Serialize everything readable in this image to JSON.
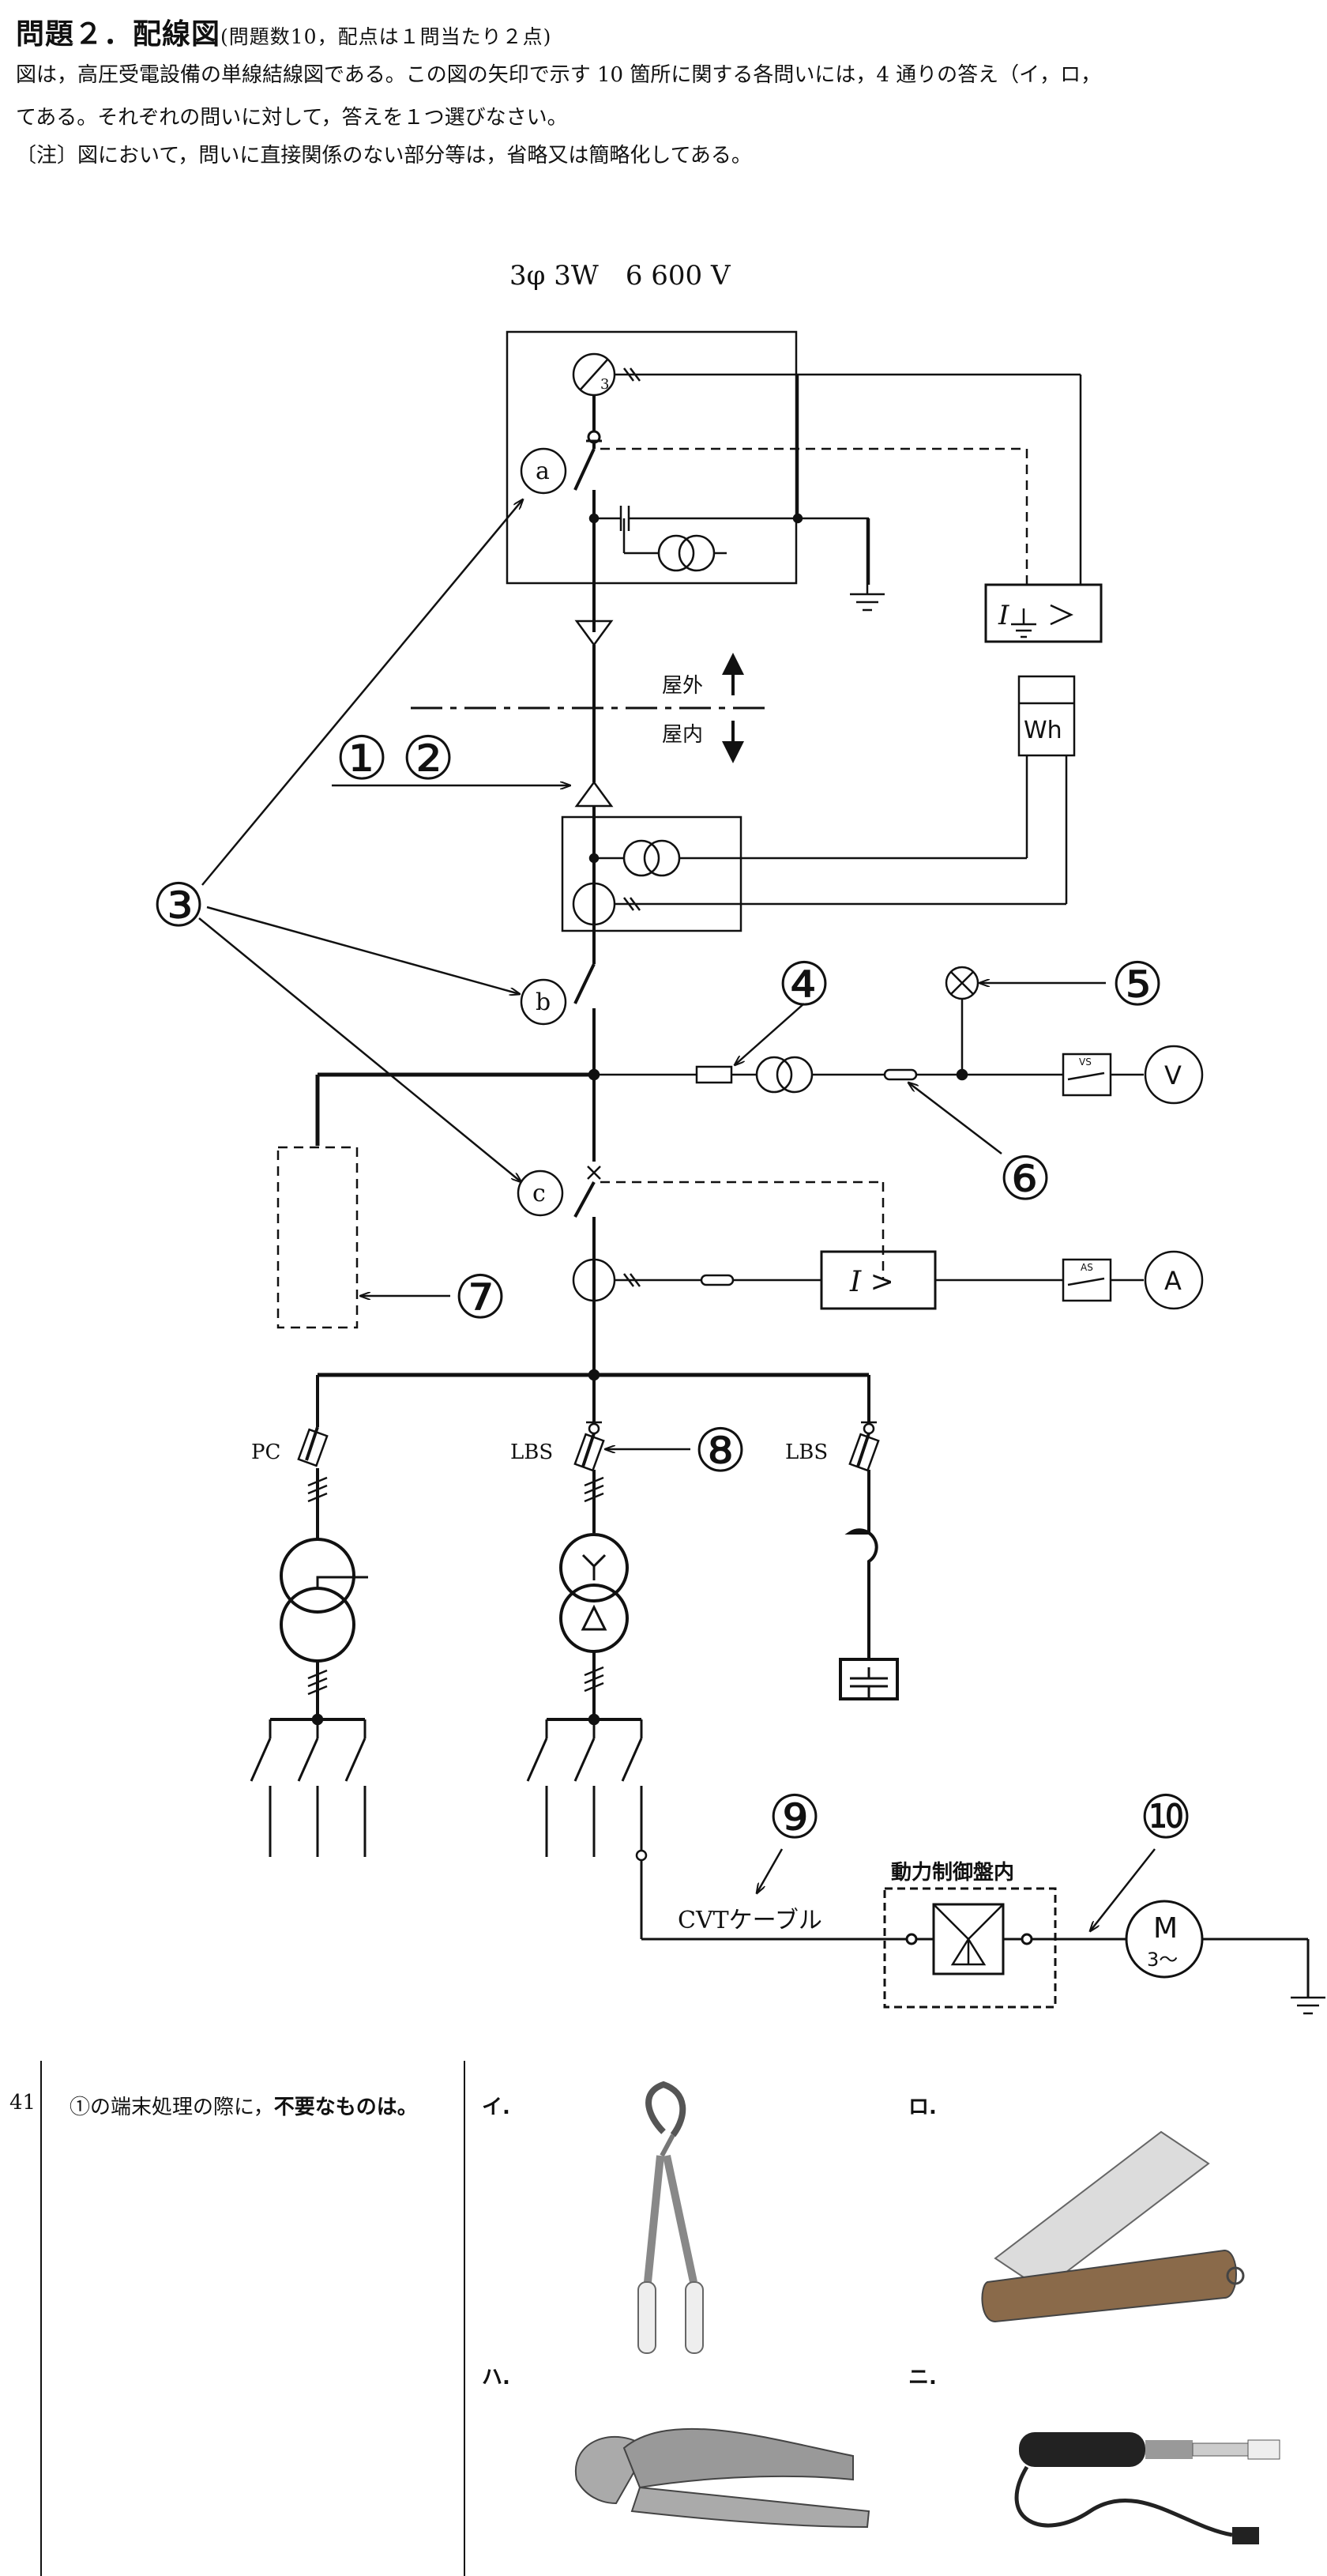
{
  "header": {
    "title": "問題２．配線図",
    "subtitle": "(問題数10，配点は１問当たり２点)",
    "line1": "図は，高圧受電設備の単線結線図である。この図の矢印で示す 10 箇所に関する各問いには，4 通りの答え（イ，ロ，",
    "line2": "てある。それぞれの問いに対して，答えを１つ選びなさい。",
    "note": "〔注〕図において，問いに直接関係のない部分等は，省略又は簡略化してある。"
  },
  "diagram": {
    "supply": "3φ 3W　6 600 V",
    "outdoor": "屋外",
    "indoor": "屋内",
    "wh": "Wh",
    "ocr_relay": "I >",
    "gr_relay": "I",
    "vs": "VS",
    "as": "AS",
    "voltmeter": "V",
    "ammeter": "A",
    "pc": "PC",
    "lbs1": "LBS",
    "lbs2": "LBS",
    "cvt": "CVTケーブル",
    "panel": "動力制御盤内",
    "motor_m": "M",
    "motor_sub": "3～",
    "ct_ratio": "3",
    "letters": [
      "a",
      "b",
      "c"
    ],
    "callouts": [
      "①",
      "②",
      "③",
      "④",
      "⑤",
      "⑥",
      "⑦",
      "⑧",
      "⑨",
      "⑩"
    ]
  },
  "question": {
    "number": "41",
    "text_prefix": "①の端末処理の際に，",
    "text_bold": "不要なものは。",
    "options": [
      "イ.",
      "ロ.",
      "ハ.",
      "ニ."
    ],
    "option_images": [
      "cable-cutter",
      "electrician-knife",
      "pvc-pipe-cutter",
      "soldering-iron"
    ]
  }
}
